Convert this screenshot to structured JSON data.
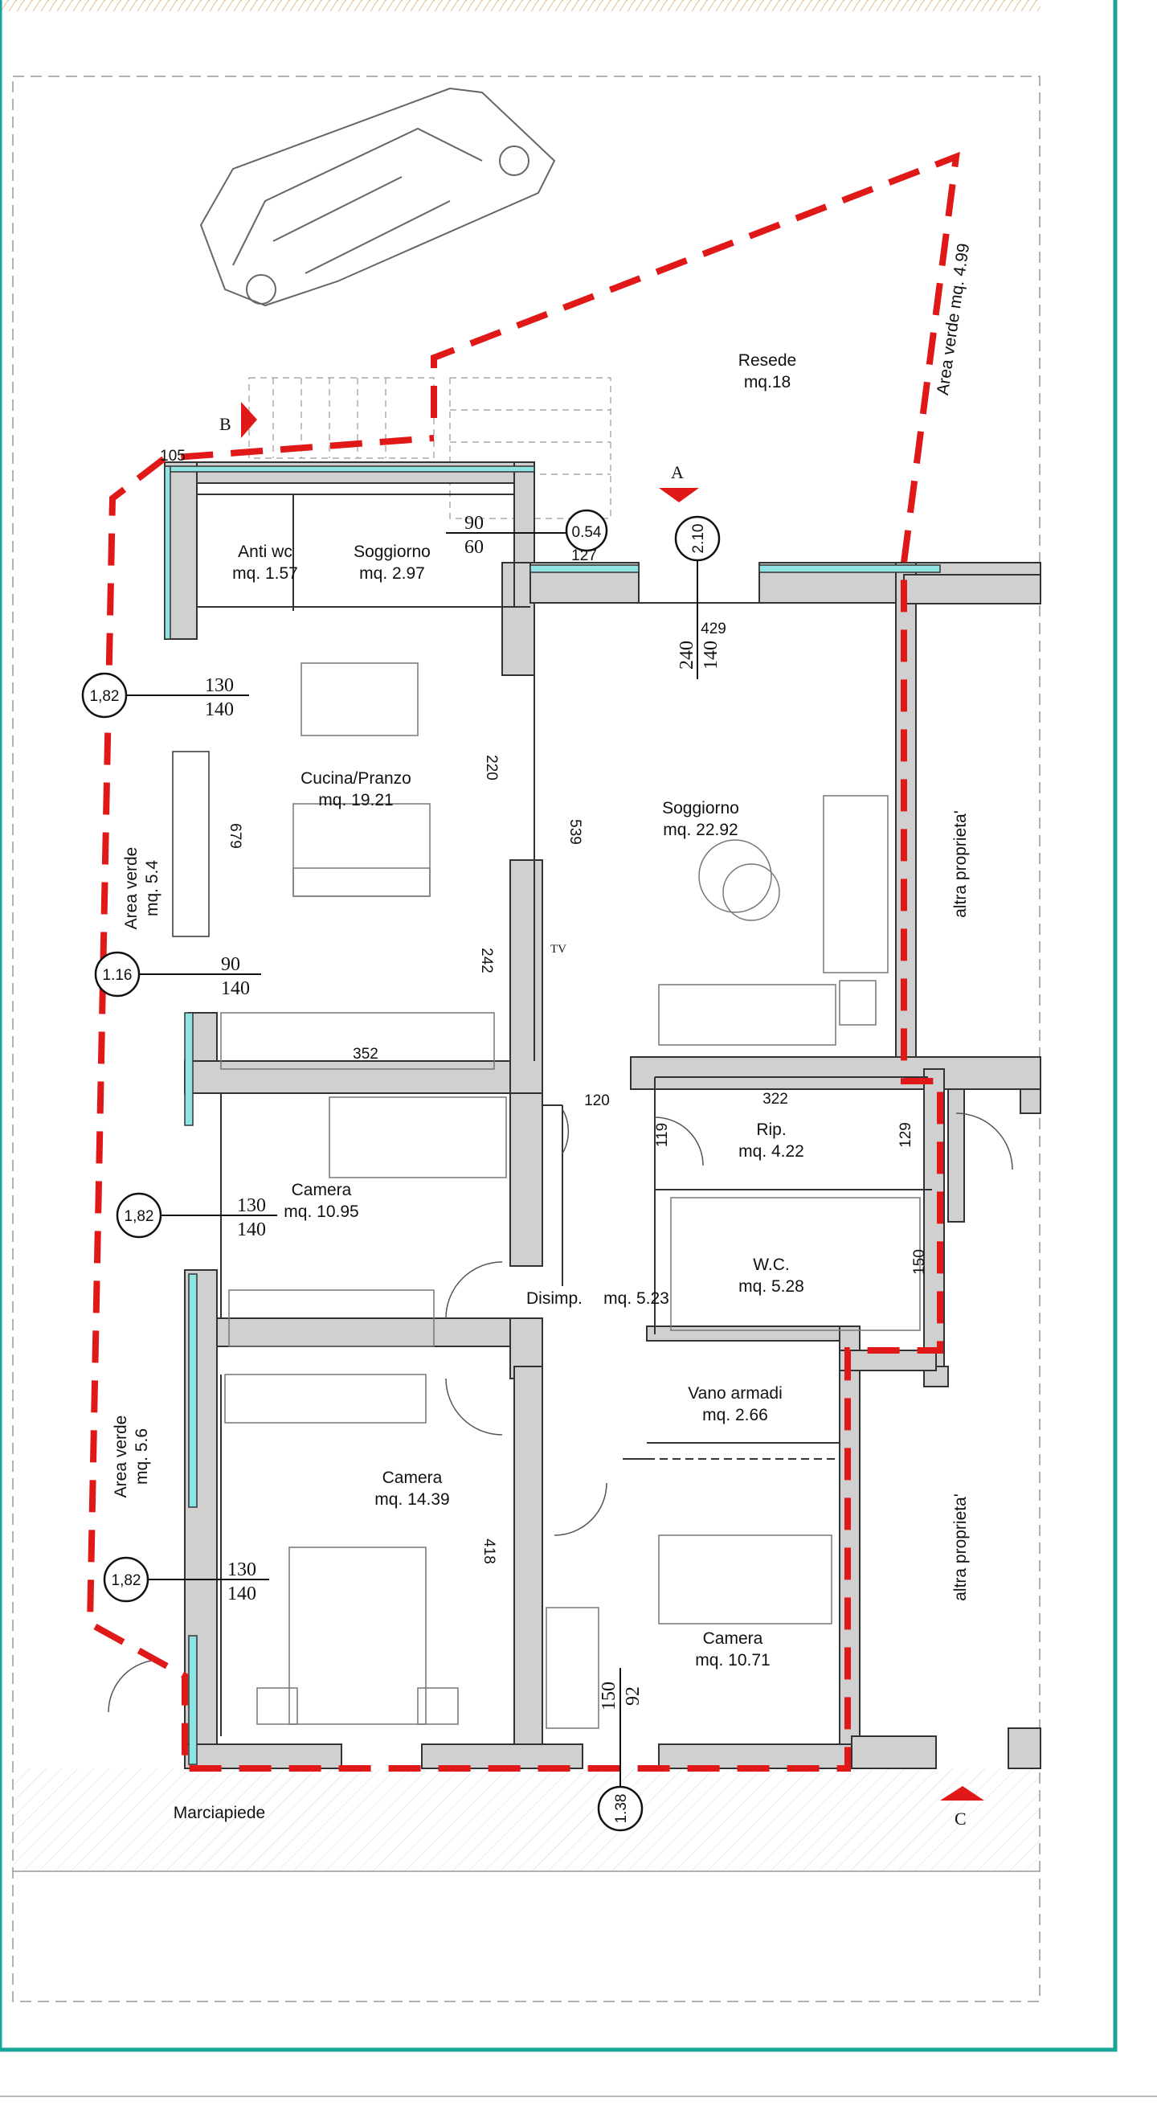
{
  "rooms": {
    "anti_wc": {
      "name": "Anti wc",
      "area": "mq. 1.57"
    },
    "soggiorno_small": {
      "name": "Soggiorno",
      "area": "mq. 2.97"
    },
    "cucina": {
      "name": "Cucina/Pranzo",
      "area": "mq. 19.21"
    },
    "soggiorno": {
      "name": "Soggiorno",
      "area": "mq. 22.92"
    },
    "rip": {
      "name": "Rip.",
      "area": "mq. 4.22"
    },
    "camera_1": {
      "name": "Camera",
      "area": "mq. 10.95"
    },
    "wc": {
      "name": "W.C.",
      "area": "mq. 5.28"
    },
    "disimp": {
      "name": "Disimp.",
      "area": "mq. 5.23"
    },
    "vano_armadi": {
      "name": "Vano armadi",
      "area": "mq. 2.66"
    },
    "camera_2": {
      "name": "Camera",
      "area": "mq. 14.39"
    },
    "camera_3": {
      "name": "Camera",
      "area": "mq. 10.71"
    }
  },
  "outdoor": {
    "resede": {
      "name": "Resede",
      "area": "mq.18"
    },
    "area_verde_top": "Area verde mq. 4.99",
    "area_verde_left1": {
      "name": "Area verde",
      "area": "mq. 5.4"
    },
    "area_verde_left2": {
      "name": "Area verde",
      "area": "mq. 5.6"
    },
    "altra_1": "altra proprieta'",
    "altra_2": "altra proprieta'",
    "marciapiede": "Marciapiede"
  },
  "section_marks": {
    "a": "A",
    "b": "B",
    "c": "C"
  },
  "windows": [
    {
      "height": "0.54",
      "top": "90",
      "bottom": "60"
    },
    {
      "height": "2.10",
      "top": "140",
      "bottom": "240"
    },
    {
      "height": "1,82",
      "top": "130",
      "bottom": "140"
    },
    {
      "height": "1.16",
      "top": "90",
      "bottom": "140"
    },
    {
      "height": "1,82",
      "top": "130",
      "bottom": "140"
    },
    {
      "height": "1,82",
      "top": "130",
      "bottom": "140"
    },
    {
      "height": "1.38",
      "top": "92",
      "bottom": "150"
    }
  ],
  "dimensions": {
    "d105": "105",
    "d127": "127",
    "d429": "429",
    "d220": "220",
    "d539": "539",
    "d679": "679",
    "d242": "242",
    "d352": "352",
    "d120": "120",
    "d322": "322",
    "d119": "119",
    "d129": "129",
    "d150": "150",
    "d418": "418"
  },
  "tv": "TV",
  "colors": {
    "boundary": "#e01818",
    "wall": "#d0d0d0",
    "glass": "#8fe3e3",
    "frame": "#15a59a"
  }
}
